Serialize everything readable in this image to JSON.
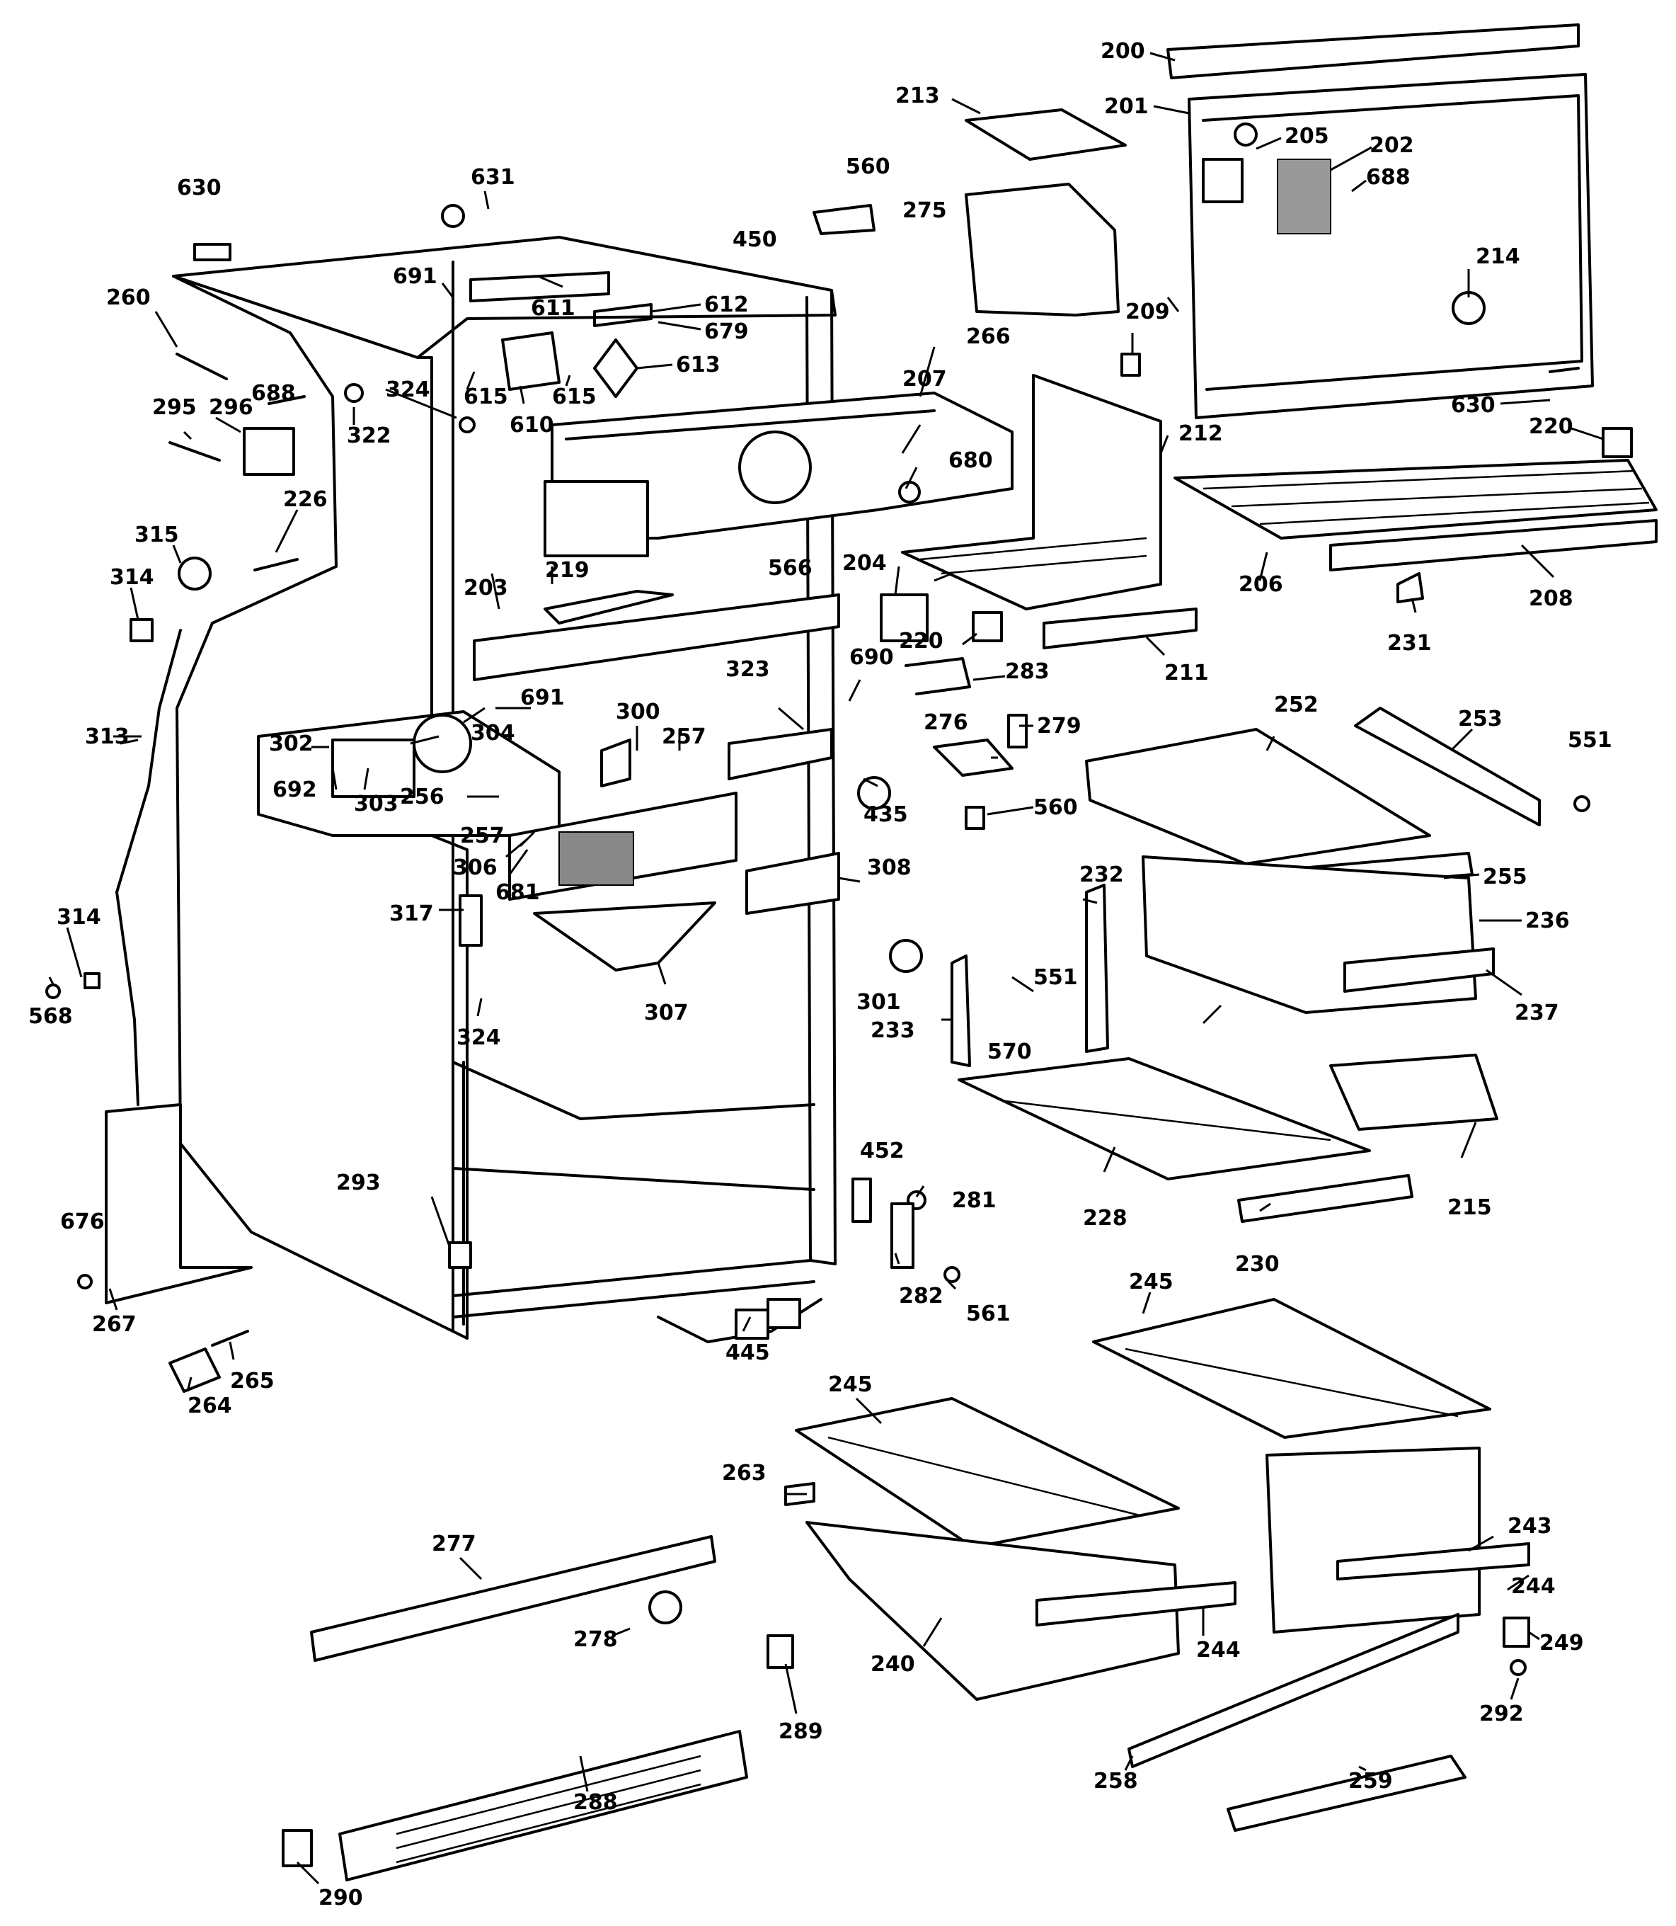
{
  "labels": {
    "l200": "200",
    "l201": "201",
    "l202": "202",
    "l203": "203",
    "l204": "204",
    "l205": "205",
    "l206": "206",
    "l207": "207",
    "l208": "208",
    "l209": "209",
    "l211": "211",
    "l212": "212",
    "l213": "213",
    "l214": "214",
    "l215": "215",
    "l219": "219",
    "l220a": "220",
    "l220b": "220",
    "l226": "226",
    "l228": "228",
    "l230": "230",
    "l231": "231",
    "l232": "232",
    "l233": "233",
    "l236": "236",
    "l237": "237",
    "l240": "240",
    "l243": "243",
    "l244a": "244",
    "l244b": "244",
    "l245a": "245",
    "l245b": "245",
    "l249": "249",
    "l252": "252",
    "l253": "253",
    "l255": "255",
    "l256": "256",
    "l257a": "257",
    "l257b": "257",
    "l258": "258",
    "l259": "259",
    "l260": "260",
    "l263": "263",
    "l264": "264",
    "l265": "265",
    "l266": "266",
    "l267": "267",
    "l275": "275",
    "l276": "276",
    "l277": "277",
    "l278": "278",
    "l279": "279",
    "l281": "281",
    "l282": "282",
    "l283": "283",
    "l288": "288",
    "l289": "289",
    "l290": "290",
    "l292": "292",
    "l293": "293",
    "l295": "295",
    "l296": "296",
    "l300": "300",
    "l301": "301",
    "l302": "302",
    "l303": "303",
    "l304": "304",
    "l306": "306",
    "l307": "307",
    "l308": "308",
    "l313": "313",
    "l314a": "314",
    "l314b": "314",
    "l315": "315",
    "l317": "317",
    "l322": "322",
    "l323": "323",
    "l324a": "324",
    "l324b": "324",
    "l435": "435",
    "l445": "445",
    "l450": "450",
    "l452": "452",
    "l551a": "551",
    "l551b": "551",
    "l560a": "560",
    "l560b": "560",
    "l561": "561",
    "l566": "566",
    "l568": "568",
    "l570": "570",
    "l610": "610",
    "l611": "611",
    "l612": "612",
    "l613": "613",
    "l615a": "615",
    "l615b": "615",
    "l630a": "630",
    "l630b": "630",
    "l631": "631",
    "l676": "676",
    "l679": "679",
    "l680": "680",
    "l681": "681",
    "l688a": "688",
    "l688b": "688",
    "l690": "690",
    "l691a": "691",
    "l691b": "691",
    "l692": "692"
  }
}
